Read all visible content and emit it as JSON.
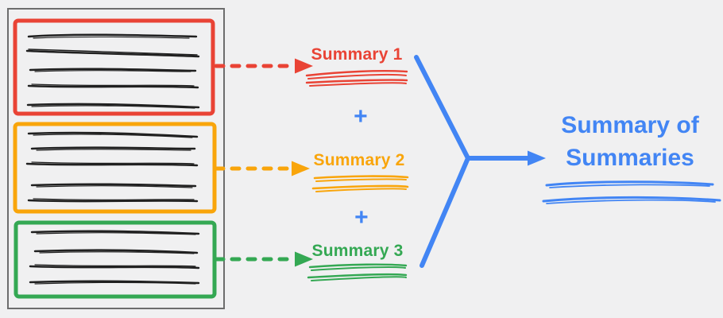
{
  "colors": {
    "background": "#F0F0F1",
    "red": "#E94335",
    "orange": "#F9A50B",
    "green": "#34A853",
    "blue": "#4285F4",
    "ink": "#202020",
    "document_border": "#6D6D6D"
  },
  "document": {
    "sections": [
      {
        "id": "section-1",
        "color": "red",
        "text_lines": 5
      },
      {
        "id": "section-2",
        "color": "orange",
        "text_lines": 5
      },
      {
        "id": "section-3",
        "color": "green",
        "text_lines": 4
      }
    ]
  },
  "summaries": [
    {
      "label": "Summary 1",
      "color": "red"
    },
    {
      "label": "Summary 2",
      "color": "orange"
    },
    {
      "label": "Summary 3",
      "color": "green"
    }
  ],
  "operators": {
    "plus_1": "+",
    "plus_2": "+"
  },
  "result": {
    "line1": "Summary of",
    "line2": "Summaries",
    "color": "blue"
  }
}
